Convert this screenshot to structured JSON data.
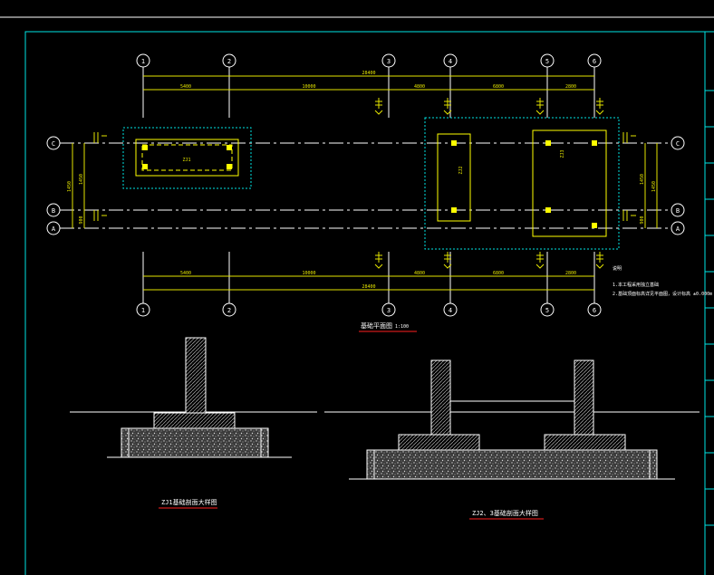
{
  "colors": {
    "background": "#000000",
    "frame": "#00e5e5",
    "axis_line": "#ffffff",
    "dimension": "#e5e500",
    "column": "#ffff00",
    "footing_outline": "#ffff00",
    "pile_cap": "#00e5e5",
    "title_underline": "#ff2020",
    "section_line": "#ffffff"
  },
  "plan": {
    "axes_columns": [
      "1",
      "2",
      "3",
      "4",
      "5",
      "6"
    ],
    "axes_rows": [
      "C",
      "B",
      "A"
    ],
    "dims_top": [
      "5400",
      "10000",
      "4800",
      "6800",
      "2800"
    ],
    "dims_top_total": "28400",
    "dims_bottom": [
      "5400",
      "10000",
      "4800",
      "6800",
      "2800"
    ],
    "dims_bottom_total": "28400",
    "dim_left": [
      "1450",
      "1450",
      "900"
    ],
    "dim_right": [
      "1450",
      "1450",
      "900"
    ],
    "footing_labels": [
      "ZJ1",
      "ZJ2",
      "ZJ3"
    ],
    "title": "基础平面图",
    "scale": "1:100"
  },
  "notes": {
    "heading": "说明",
    "lines": [
      "1.本工程采用独立基础",
      "2.基础顶面标高详见平面图，设计标高 ±0.000m"
    ]
  },
  "details": {
    "left_title": "ZJ1基础剖面大样图",
    "right_title": "ZJ2、3基础剖面大样图"
  }
}
